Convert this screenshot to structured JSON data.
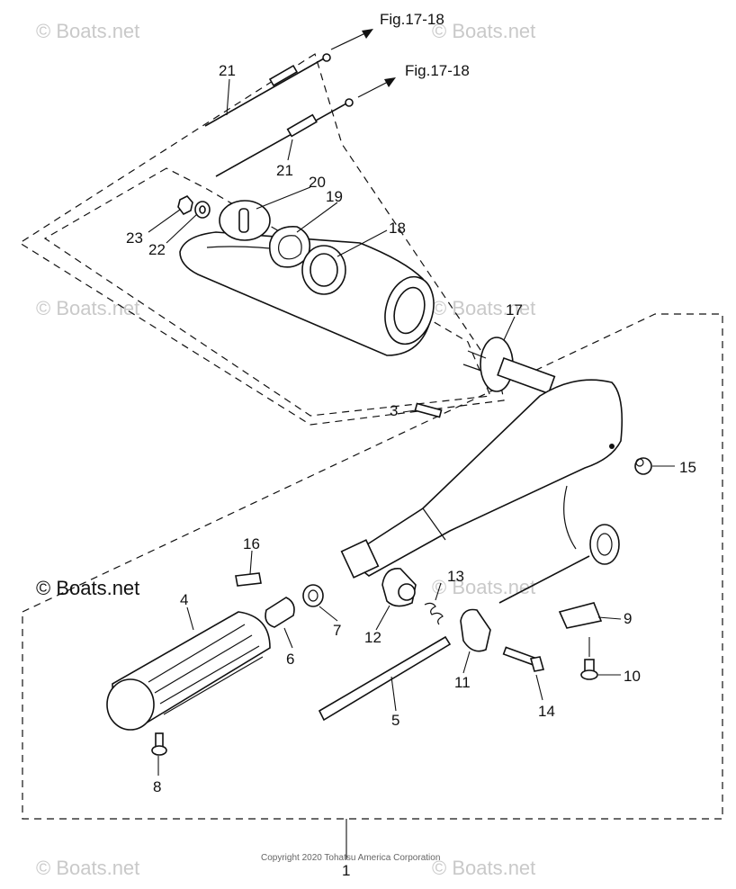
{
  "watermarks": {
    "brand": "© Boats.net",
    "main": "© Boats.net"
  },
  "references": {
    "fig_upper": "Fig.17-18",
    "fig_lower": "Fig.17-18"
  },
  "copyright": "Copyright 2020 Tohatsu America Corporation",
  "callouts": {
    "p1": "1",
    "p3": "3",
    "p4": "4",
    "p5": "5",
    "p6": "6",
    "p7": "7",
    "p8": "8",
    "p9": "9",
    "p10": "10",
    "p11": "11",
    "p12": "12",
    "p13": "13",
    "p14": "14",
    "p15": "15",
    "p16": "16",
    "p17": "17",
    "p18": "18",
    "p19": "19",
    "p20": "20",
    "p21a": "21",
    "p21b": "21",
    "p22": "22",
    "p23": "23"
  },
  "colors": {
    "line": "#111111",
    "watermark": "#c9c9c9"
  }
}
